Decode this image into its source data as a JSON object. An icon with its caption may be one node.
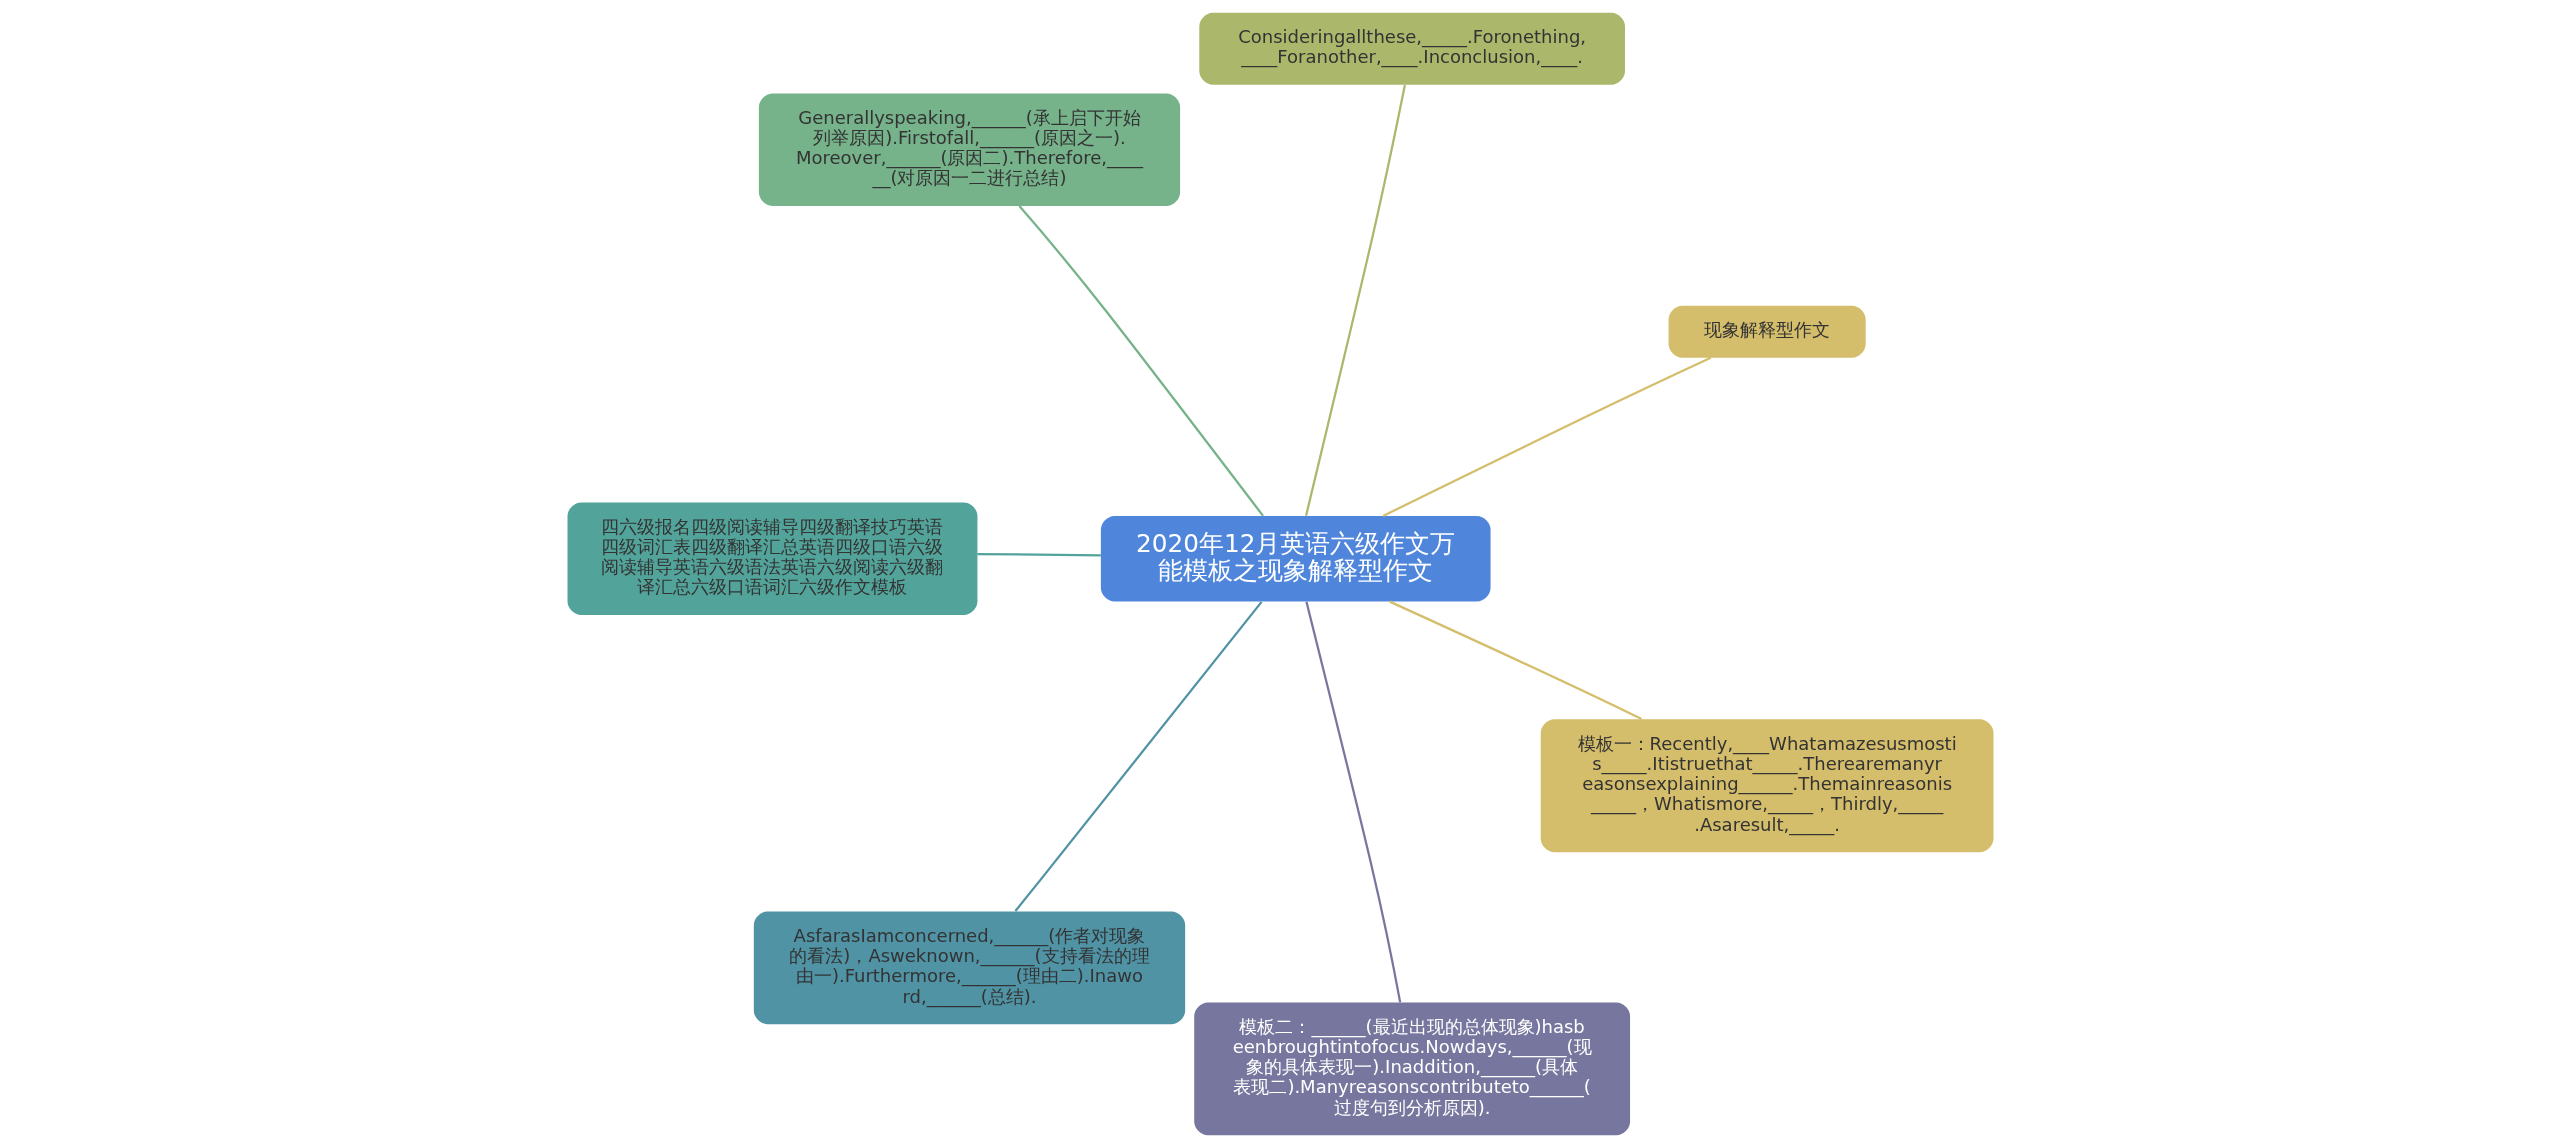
{
  "diagram": {
    "nodes": [
      {
        "text": [
          "2020年12月英语六级作文万能模板之现象解释型作文"
        ]
      },
      {
        "text": [
          "现象解释型作文"
        ]
      },
      {
        "text": [
          "Consideringallthese,_____.Foronething,____Foranother,____.Inconclusion,____."
        ]
      },
      {
        "text": [
          "Generallyspeaking,______(承上启下开始列举原因).Firstofall,______(原因之一).Moreover,______(原因二).Therefore,______(对原因一二进行总结)"
        ]
      },
      {
        "text": [
          "四六级报名四级阅读辅导四级翻译技巧英语四级词汇表四级翻译汇总英语四级口语六级阅读辅导英语六级语法英语六级阅读六级翻译汇总六级口语词汇六级作文模板"
        ]
      },
      {
        "text": [
          "AsfarasIamconcerned,______(作者对现象的看法)，Asweknown,______(支持看法的理由一).Furthermore,______(理由二).Inaword,______(总结)."
        ]
      },
      {
        "text": [
          "模板二：______(最近出现的总体现象)hasbeenbroughtintofocus.Nowdays,______(现象的具体表现一).Inaddition,______(具体表现二).Manyreasonscontributeto______(过度句到分析原因)."
        ]
      },
      {
        "text": [
          "模板一：Recently,____Whatamazesusmostis_____.Itistruethat_____.Therearemanyreasonsexplaining______.Themainreasonis_____，Whatismore,_____，Thirdly,_____.Asaresult,_____."
        ]
      }
    ],
    "edges": [
      {
        "from": 0,
        "to": 1,
        "arrow": "none",
        "color": "#d4bd6b"
      },
      {
        "from": 0,
        "to": 2,
        "arrow": "none",
        "color": "#abb86b"
      },
      {
        "from": 0,
        "to": 3,
        "arrow": "none",
        "color": "#76b28a"
      },
      {
        "from": 0,
        "to": 4,
        "arrow": "none",
        "color": "#52a39a"
      },
      {
        "from": 0,
        "to": 5,
        "arrow": "none",
        "color": "#4f93a5"
      },
      {
        "from": 0,
        "to": 6,
        "arrow": "none",
        "color": "#77769e"
      },
      {
        "from": 0,
        "to": 7,
        "arrow": "none",
        "color": "#d4bd6b"
      }
    ]
  }
}
